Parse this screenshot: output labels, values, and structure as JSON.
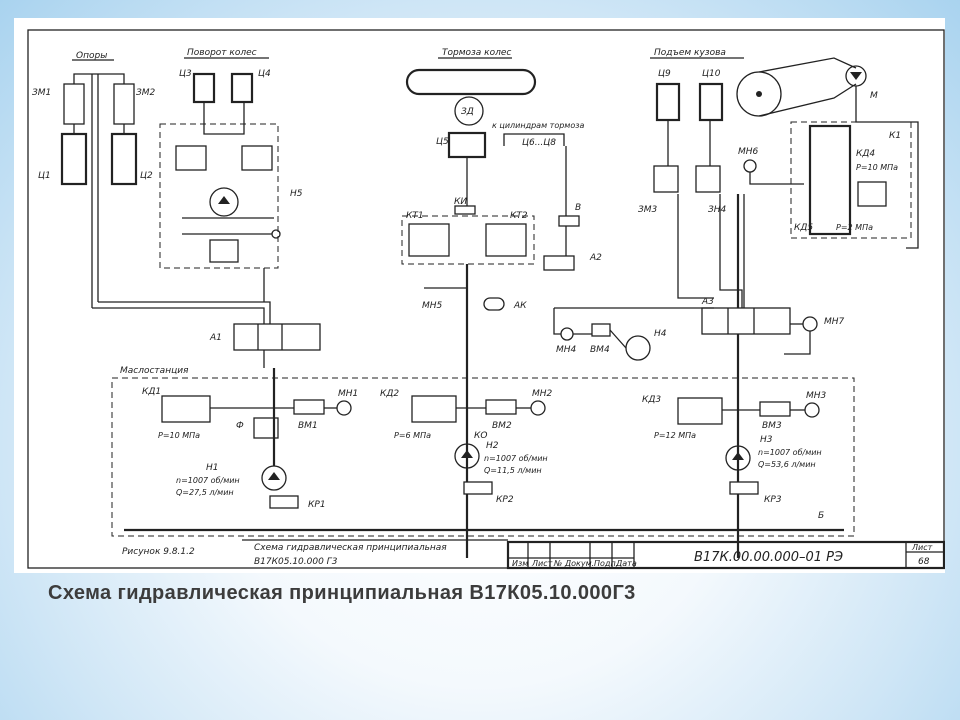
{
  "diagram": {
    "groups": {
      "opory": "Опоры",
      "povorot": "Поворот колес",
      "tormoza": "Тормоза колес",
      "podem": "Подъем кузова",
      "k_cylindram": "к цилиндрам тормоза",
      "maslostanciya": "Маслостанция"
    },
    "labels": {
      "zm1": "ЗМ1",
      "zm2": "ЗМ2",
      "c1": "Ц1",
      "c2": "Ц2",
      "c3": "Ц3",
      "c4": "Ц4",
      "c5": "Ц5",
      "c6c8": "Ц6...Ц8",
      "c9": "Ц9",
      "c10": "Ц10",
      "zd": "ЗД",
      "m": "М",
      "k1": "К1",
      "kd4": "КД4",
      "kd4_p": "Р=10 МПа",
      "kd5": "КД5",
      "kd5_p": "Р=2 МПа",
      "mn6": "МН6",
      "zm3": "ЗМ3",
      "zm4": "ЗН4",
      "h5": "Н5",
      "ki": "КИ",
      "kt1": "КТ1",
      "kt2": "КТ2",
      "v": "В",
      "a2": "А2",
      "mn5": "МН5",
      "ak": "АК",
      "a1": "А1",
      "a3": "А3",
      "mn7": "МН7",
      "mn4": "МН4",
      "vm4": "ВМ4",
      "h4": "Н4",
      "kd1": "КД1",
      "kd1_p": "Р=10 МПа",
      "mn1": "МН1",
      "vm1": "ВМ1",
      "f": "Ф",
      "h1": "Н1",
      "h1_n": "n=1007 об/мин",
      "h1_q": "Q=27,5 л/мин",
      "kr1": "КР1",
      "kd2": "КД2",
      "kd2_p": "Р=6 МПа",
      "mn2": "МН2",
      "vm2": "ВМ2",
      "ko": "КО",
      "h2": "Н2",
      "h2_n": "n=1007 об/мин",
      "h2_q": "Q=11,5 л/мин",
      "kr2": "КР2",
      "kd3": "КД3",
      "kd3_p": "Р=12 МПа",
      "mn3": "МН3",
      "vm3": "ВМ3",
      "h3": "Н3",
      "h3_n": "n=1007 об/мин",
      "h3_q": "Q=53,6 л/мин",
      "kr3": "КР3",
      "b": "Б"
    },
    "title_block": {
      "figure": "Рисунок 9.8.1.2",
      "name_line1": "Схема гидравлическая принципиальная",
      "name_line2": "В17К05.10.000 Г3",
      "designation": "В17К.00.00.000–01 РЭ",
      "sheet_label": "Лист",
      "sheet_no": "68",
      "cols": [
        "Изм",
        "Лист",
        "№ Докум.",
        "Подп.",
        "Дата"
      ]
    }
  },
  "caption": "Схема гидравлическая принципиальная  В17К05.10.000Г3"
}
